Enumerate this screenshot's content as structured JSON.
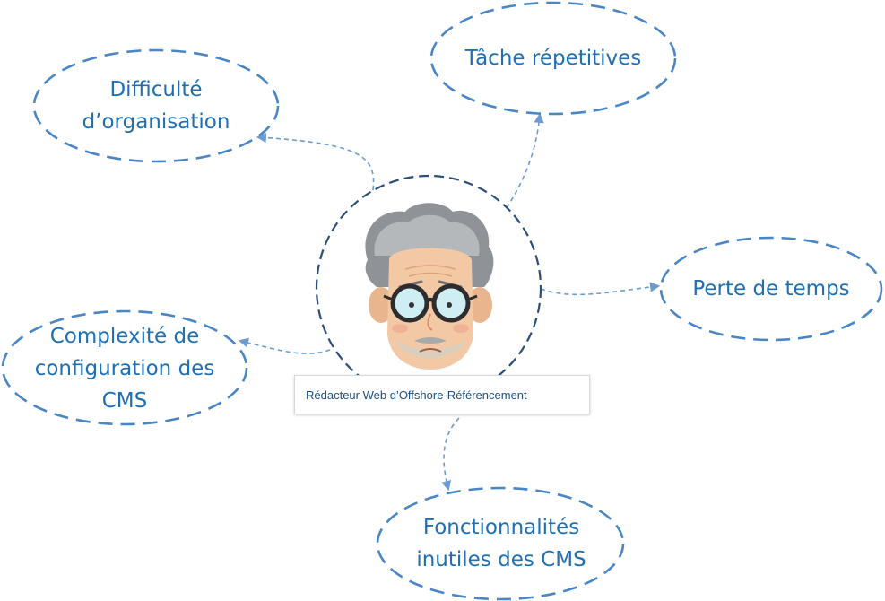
{
  "center": {
    "caption": "Rédacteur Web d’Offshore-Référencement",
    "avatar_icon": "worried-old-man-glasses-icon"
  },
  "nodes": [
    {
      "id": "difficulte",
      "lines": [
        "Difficulté",
        "d’organisation"
      ]
    },
    {
      "id": "taches",
      "lines": [
        "Tâche répetitives"
      ]
    },
    {
      "id": "perte",
      "lines": [
        "Perte de temps"
      ]
    },
    {
      "id": "complexite",
      "lines": [
        "Complexité de",
        "configuration des",
        "CMS"
      ]
    },
    {
      "id": "fonctionnalites",
      "lines": [
        "Fonctionnalités",
        "inutiles des CMS"
      ]
    }
  ],
  "colors": {
    "bubble_stroke": "#4a86c5",
    "text": "#1f6fb5",
    "center_stroke": "#2b4f78",
    "arrow": "#6b9bd1"
  }
}
